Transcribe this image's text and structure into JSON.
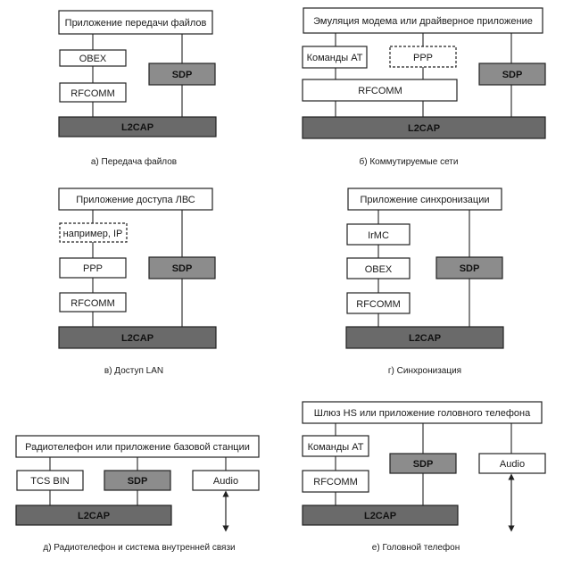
{
  "panels": {
    "a": {
      "app": "Приложение передачи файлов",
      "obex": "OBEX",
      "rfcomm": "RFCOMM",
      "sdp": "SDP",
      "l2cap": "L2CAP",
      "caption": "а) Передача файлов"
    },
    "b": {
      "app": "Эмуляция модема или драйверное приложение",
      "commands": "Команды АТ",
      "ppp": "PPP",
      "sdp": "SDP",
      "rfcomm": "RFCOMM",
      "l2cap": "L2CAP",
      "caption": "б) Коммутируемые сети"
    },
    "c": {
      "app": "Приложение доступа ЛВС",
      "example": "например, IP",
      "ppp": "PPP",
      "sdp": "SDP",
      "rfcomm": "RFCOMM",
      "l2cap": "L2CAP",
      "caption": "в) Доступ LAN"
    },
    "d": {
      "app": "Приложение синхронизации",
      "irmc": "IrMC",
      "obex": "OBEX",
      "sdp": "SDP",
      "rfcomm": "RFCOMM",
      "l2cap": "L2CAP",
      "caption": "г) Синхронизация"
    },
    "e": {
      "app": "Радиотелефон или приложение базовой станции",
      "tcs": "TCS BIN",
      "sdp": "SDP",
      "audio": "Audio",
      "l2cap": "L2CAP",
      "caption": "д) Радиотелефон и система внутренней связи"
    },
    "f": {
      "app": "Шлюз HS или приложение головного телефона",
      "commands": "Команды АТ",
      "sdp": "SDP",
      "audio": "Audio",
      "rfcomm": "RFCOMM",
      "l2cap": "L2CAP",
      "caption": "е) Головной телефон"
    }
  },
  "colors": {
    "line": "#222222",
    "sdp_fill": "#8c8c8c",
    "l2cap_fill": "#6a6a6a",
    "background": "#ffffff"
  }
}
